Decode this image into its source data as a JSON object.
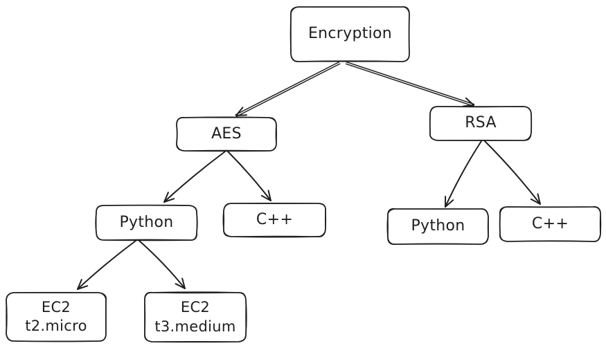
{
  "colors": {
    "stroke": "#1e1e1e",
    "background": "#ffffff"
  },
  "nodes": {
    "encryption": "Encryption",
    "aes": "AES",
    "rsa": "RSA",
    "python_aes": "Python",
    "cpp_aes": "C++",
    "python_rsa": "Python",
    "cpp_rsa": "C++",
    "ec2_t2micro": "EC2\nt2.micro",
    "ec2_t3medium": "EC2\nt3.medium"
  },
  "edges": [
    {
      "from": "Encryption",
      "to": "AES"
    },
    {
      "from": "Encryption",
      "to": "RSA"
    },
    {
      "from": "AES",
      "to": "Python"
    },
    {
      "from": "AES",
      "to": "C++"
    },
    {
      "from": "RSA",
      "to": "Python"
    },
    {
      "from": "RSA",
      "to": "C++"
    },
    {
      "from": "Python",
      "to": "EC2 t2.micro"
    },
    {
      "from": "Python",
      "to": "EC2 t3.medium"
    }
  ]
}
